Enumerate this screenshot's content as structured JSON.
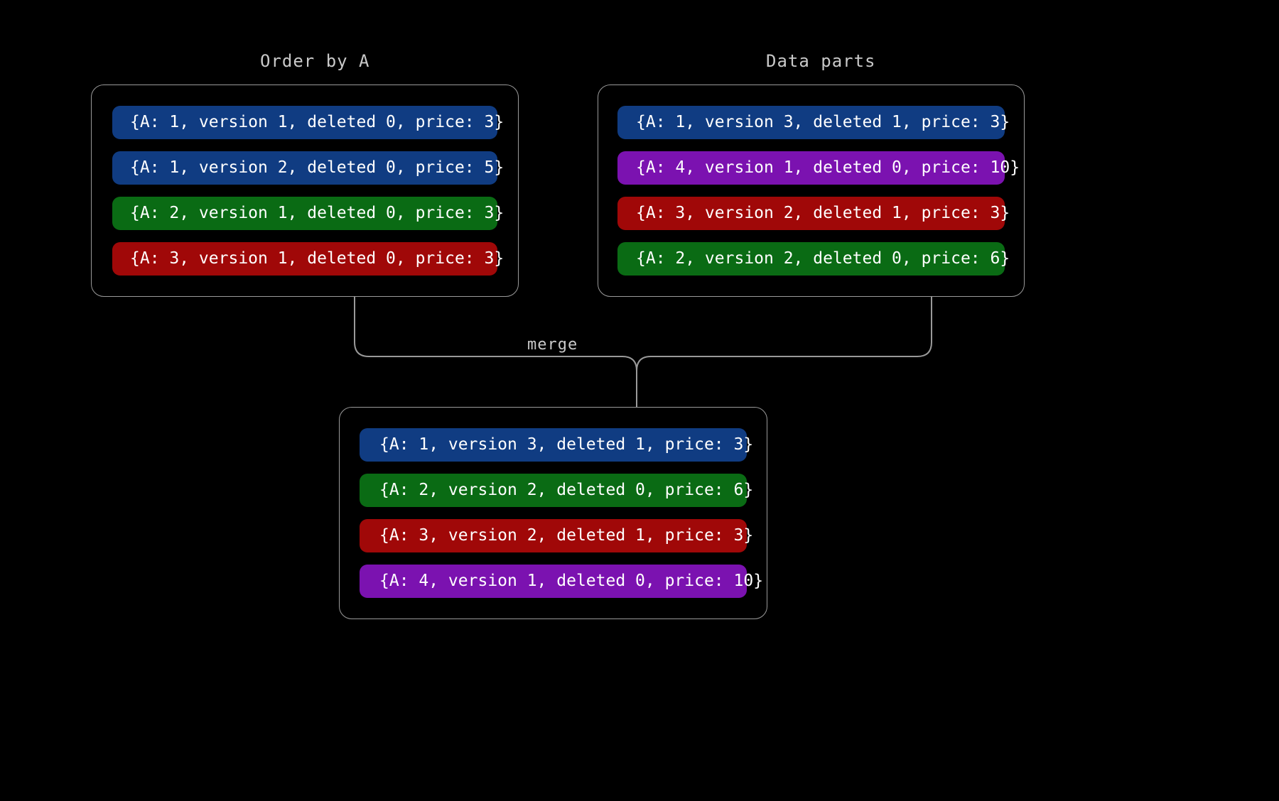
{
  "diagram": {
    "background_color": "#000000",
    "panel_border_color": "#9a9a9a",
    "text_color": "#c9c9c9",
    "connector_label": "merge",
    "colors": {
      "blue": "#103c82",
      "green": "#0a6b14",
      "red": "#a00808",
      "purple": "#7b12b0"
    }
  },
  "panels": {
    "order_by_a": {
      "title": "Order by A",
      "rows": [
        {
          "text": "{A: 1, version 1, deleted 0, price: 3}",
          "color": "blue"
        },
        {
          "text": "{A: 1, version 2, deleted 0, price: 5}",
          "color": "blue"
        },
        {
          "text": "{A: 2, version 1, deleted 0, price: 3}",
          "color": "green"
        },
        {
          "text": "{A: 3, version 1, deleted 0, price: 3}",
          "color": "red"
        }
      ]
    },
    "data_parts": {
      "title": "Data parts",
      "rows": [
        {
          "text": "{A: 1, version 3, deleted 1, price: 3}",
          "color": "blue"
        },
        {
          "text": "{A: 4, version 1, deleted 0, price: 10}",
          "color": "purple"
        },
        {
          "text": "{A: 3, version 2, deleted 1, price: 3}",
          "color": "red"
        },
        {
          "text": "{A: 2, version 2, deleted 0, price: 6}",
          "color": "green"
        }
      ]
    },
    "merged": {
      "title": "",
      "rows": [
        {
          "text": "{A: 1, version 3, deleted 1, price: 3}",
          "color": "blue"
        },
        {
          "text": "{A: 2, version 2, deleted 0, price: 6}",
          "color": "green"
        },
        {
          "text": "{A: 3, version 2, deleted 1, price: 3}",
          "color": "red"
        },
        {
          "text": "{A: 4, version 1, deleted 0, price: 10}",
          "color": "purple"
        }
      ]
    }
  }
}
